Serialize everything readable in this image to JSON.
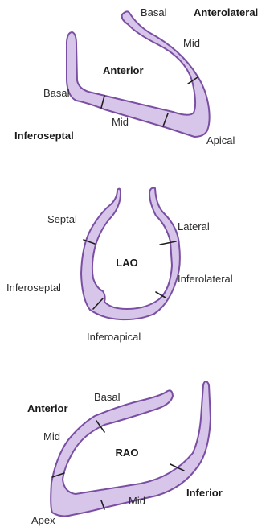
{
  "views": {
    "top": {
      "labels": {
        "basal_top": "Basal",
        "anterolateral": "Anterolateral",
        "mid_right": "Mid",
        "anterior": "Anterior",
        "basal_left": "Basal",
        "mid_bottom": "Mid",
        "inferoseptal": "Inferoseptal",
        "apical": "Apical"
      }
    },
    "lao": {
      "labels": {
        "septal": "Septal",
        "lateral": "Lateral",
        "center": "LAO",
        "inferoseptal": "Inferoseptal",
        "inferolateral": "Inferolateral",
        "inferoapical": "Inferoapical"
      }
    },
    "rao": {
      "labels": {
        "anterior": "Anterior",
        "basal": "Basal",
        "mid_left": "Mid",
        "center": "RAO",
        "inferior": "Inferior",
        "mid_bottom": "Mid",
        "apex": "Apex"
      }
    }
  },
  "colors": {
    "fill": "#d7c6ea",
    "outline": "#7a4fa3",
    "divider": "#1f1f1f"
  }
}
